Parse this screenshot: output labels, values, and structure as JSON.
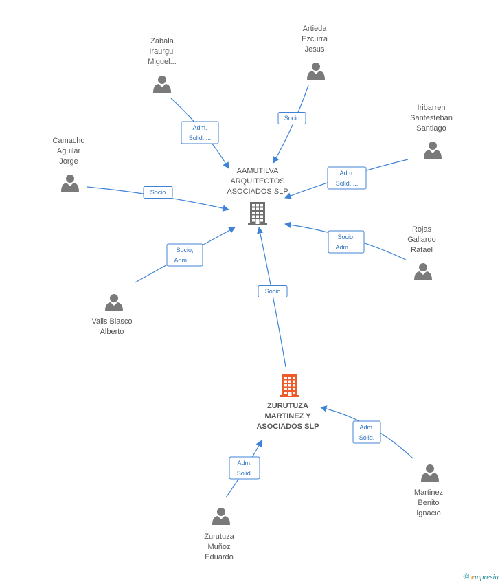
{
  "colors": {
    "edge": "#3f83d6",
    "person_icon": "#7a7a7a",
    "company_icon": "#6f6f6f",
    "company_main_icon": "#f05a28",
    "label_text": "#555555",
    "brand": "#2a8d9b",
    "brand_accent": "#e0a13a"
  },
  "companies": [
    {
      "id": "aamutilva",
      "lines": [
        "AAMUTILVA",
        "ARQUITECTOS",
        "ASOCIADOS SLP"
      ],
      "icon": "building-icon",
      "highlight": false
    },
    {
      "id": "zurutuza",
      "lines": [
        "ZURUTUZA",
        "MARTINEZ Y",
        "ASOCIADOS SLP"
      ],
      "icon": "building-icon",
      "highlight": true
    }
  ],
  "persons": [
    {
      "id": "zabala",
      "lines": [
        "Zabala",
        "Iraurgui",
        "Miguel..."
      ],
      "icon": "person-icon"
    },
    {
      "id": "artieda",
      "lines": [
        "Artieda",
        "Ezcurra",
        "Jesus"
      ],
      "icon": "person-icon"
    },
    {
      "id": "iribarren",
      "lines": [
        "Iribarren",
        "Santesteban",
        "Santiago"
      ],
      "icon": "person-icon"
    },
    {
      "id": "camacho",
      "lines": [
        "Camacho",
        "Aguilar",
        "Jorge"
      ],
      "icon": "person-icon"
    },
    {
      "id": "rojas",
      "lines": [
        "Rojas",
        "Gallardo",
        "Rafael"
      ],
      "icon": "person-icon"
    },
    {
      "id": "valls",
      "lines": [
        "Valls Blasco",
        "Alberto"
      ],
      "icon": "person-icon"
    },
    {
      "id": "martinez",
      "lines": [
        "Martinez",
        "Benito",
        "Ignacio"
      ],
      "icon": "person-icon"
    },
    {
      "id": "zurutuza_p",
      "lines": [
        "Zurutuza",
        "Muñoz",
        "Eduardo"
      ],
      "icon": "person-icon"
    }
  ],
  "edges": [
    {
      "id": "e-zabala",
      "from": "zabala",
      "to": "aamutilva",
      "lines": [
        "Adm.",
        "Solid.,..."
      ]
    },
    {
      "id": "e-artieda",
      "from": "artieda",
      "to": "aamutilva",
      "lines": [
        "Socio"
      ]
    },
    {
      "id": "e-iribarren",
      "from": "iribarren",
      "to": "aamutilva",
      "lines": [
        "Adm.",
        "Solid.,..."
      ]
    },
    {
      "id": "e-camacho",
      "from": "camacho",
      "to": "aamutilva",
      "lines": [
        "Socio"
      ]
    },
    {
      "id": "e-rojas",
      "from": "rojas",
      "to": "aamutilva",
      "lines": [
        "Socio,",
        "Adm. ..."
      ]
    },
    {
      "id": "e-valls",
      "from": "valls",
      "to": "aamutilva",
      "lines": [
        "Socio,",
        "Adm. ..."
      ]
    },
    {
      "id": "e-zurutuza-co",
      "from": "zurutuza",
      "to": "aamutilva",
      "lines": [
        "Socio"
      ]
    },
    {
      "id": "e-martinez",
      "from": "martinez",
      "to": "zurutuza",
      "lines": [
        "Adm.",
        "Solid."
      ]
    },
    {
      "id": "e-zurutuza-p",
      "from": "zurutuza_p",
      "to": "zurutuza",
      "lines": [
        "Adm.",
        "Solid."
      ]
    }
  ],
  "footer": {
    "copyright": "©",
    "brand_initial": "e",
    "brand_rest": "mpresia"
  }
}
